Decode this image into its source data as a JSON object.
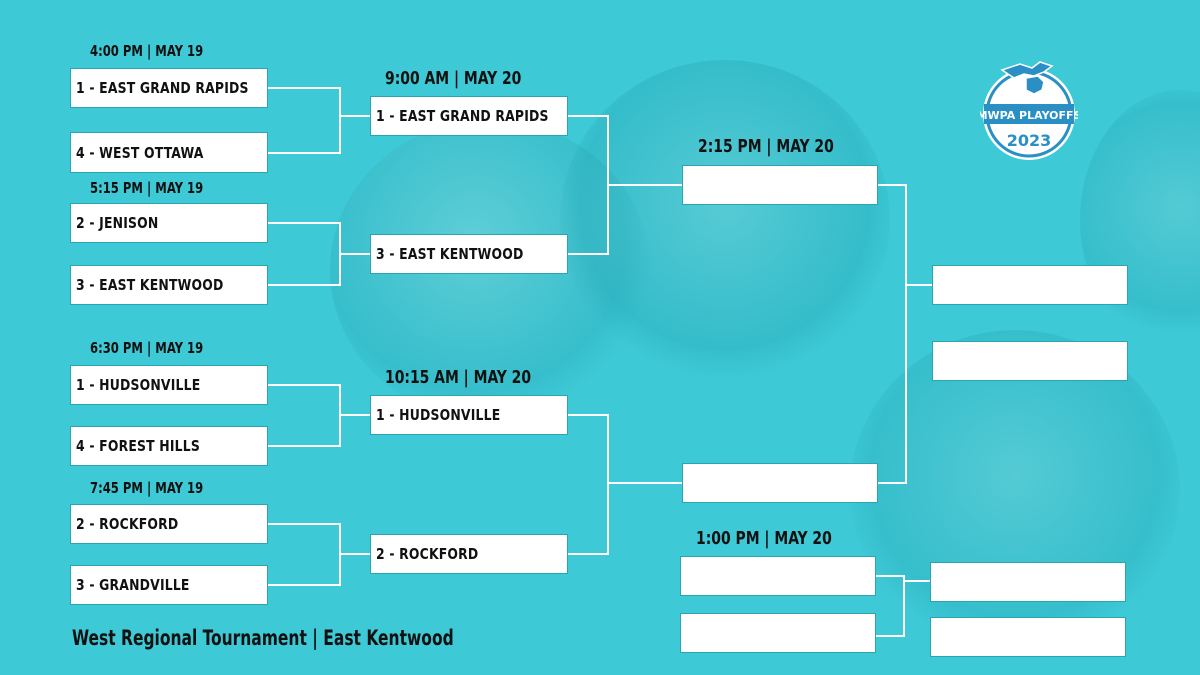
{
  "colors": {
    "background": "#3ec9d6",
    "slot": "#ffffff",
    "line": "#ffffff",
    "text": "#111111",
    "logo": "#2a8fc4"
  },
  "logo": {
    "line1": "MWPA PLAYOFFS",
    "line2": "2023",
    "icon": "michigan-map-icon"
  },
  "quarterfinals": [
    {
      "time": "4:00 PM | MAY 19",
      "teams": [
        "1 - EAST GRAND RAPIDS",
        "4 - WEST OTTAWA"
      ]
    },
    {
      "time": "5:15 PM | MAY 19",
      "teams": [
        "2 - JENISON",
        "3 - EAST KENTWOOD"
      ]
    },
    {
      "time": "6:30 PM | MAY 19",
      "teams": [
        "1 - HUDSONVILLE",
        "4 - FOREST HILLS"
      ]
    },
    {
      "time": "7:45 PM | MAY 19",
      "teams": [
        "2 - ROCKFORD",
        "3 - GRANDVILLE"
      ]
    }
  ],
  "semifinals": [
    {
      "time": "9:00 AM | MAY 20",
      "teams": [
        "1 - EAST GRAND RAPIDS",
        "3 - EAST KENTWOOD"
      ]
    },
    {
      "time": "10:15 AM | MAY 20",
      "teams": [
        "1 - HUDSONVILLE",
        "2 - ROCKFORD"
      ]
    }
  ],
  "final": {
    "time": "2:15 PM | MAY 20",
    "teams": [
      "",
      ""
    ]
  },
  "champion_slots": [
    "",
    ""
  ],
  "consolation": {
    "time": "1:00 PM | MAY 20",
    "teams": [
      "",
      ""
    ],
    "winner": [
      "",
      ""
    ]
  },
  "footer": {
    "title": "West Regional Tournament | East Kentwood"
  }
}
